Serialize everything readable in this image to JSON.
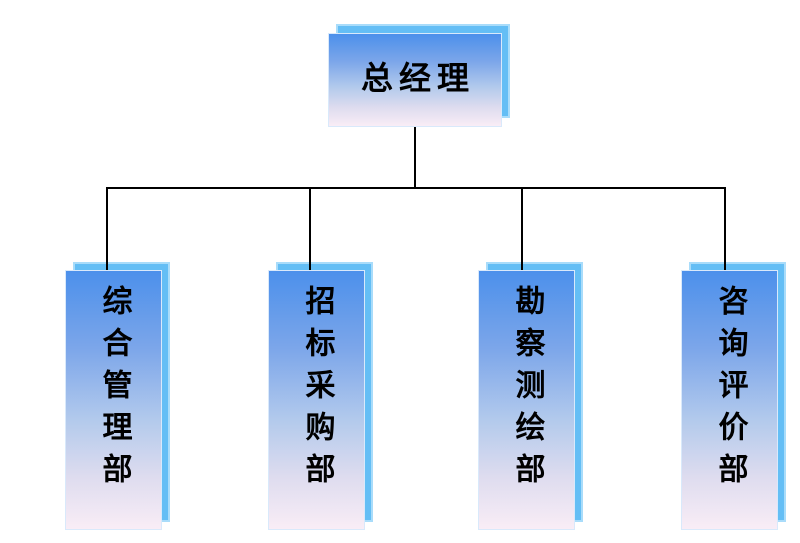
{
  "diagram": {
    "type": "org-chart",
    "root": {
      "label": "总经理"
    },
    "departments": [
      {
        "label": "综合管理部"
      },
      {
        "label": "招标采购部"
      },
      {
        "label": "勘察测绘部"
      },
      {
        "label": "咨询评价部"
      }
    ],
    "colors": {
      "background": "#FFFFFF",
      "shadow_box": "#64BEF5",
      "shadow_box_border": "#A9DCFA",
      "box_gradient_top": "#4C90EB",
      "box_gradient_bottom": "#F9EDF6",
      "connector_line": "#000000",
      "text": "#000000"
    }
  }
}
